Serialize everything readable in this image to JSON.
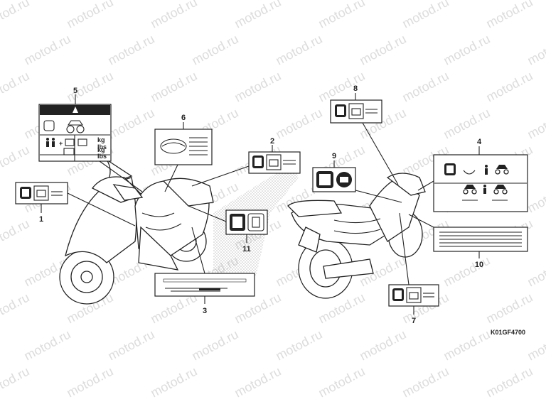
{
  "watermark": {
    "text": "motod.ru",
    "color": "#d7d7d7"
  },
  "diagram_code": "K01GF4700",
  "callouts": [
    {
      "number": "1",
      "part": "label-1"
    },
    {
      "number": "2",
      "part": "label-2"
    },
    {
      "number": "3",
      "part": "label-3"
    },
    {
      "number": "4",
      "part": "label-4"
    },
    {
      "number": "5",
      "part": "label-5"
    },
    {
      "number": "6",
      "part": "label-6"
    },
    {
      "number": "7",
      "part": "label-7"
    },
    {
      "number": "8",
      "part": "label-8"
    },
    {
      "number": "9",
      "part": "label-9"
    },
    {
      "number": "10",
      "part": "label-10"
    },
    {
      "number": "11",
      "part": "label-11"
    }
  ],
  "label_5_text": {
    "left": "kg",
    "right": "lbs"
  },
  "colors": {
    "ink": "#222222",
    "paper": "#ffffff",
    "shade": "#9a9a9a"
  }
}
